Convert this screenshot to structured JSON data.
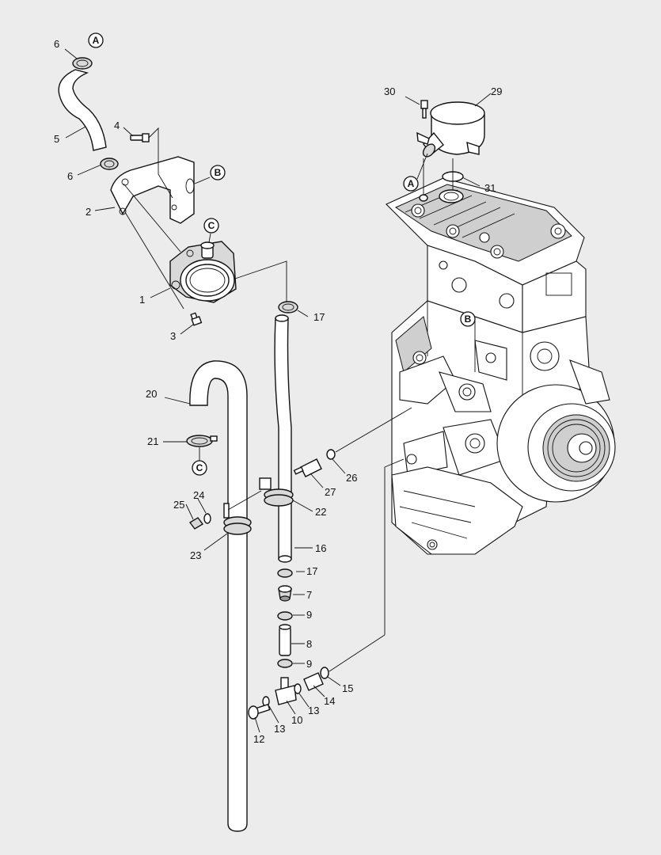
{
  "callouts": {
    "p1": "1",
    "p2": "2",
    "p3": "3",
    "p4": "4",
    "p5": "5",
    "p6a": "6",
    "p6b": "6",
    "p7": "7",
    "p8": "8",
    "p9a": "9",
    "p9b": "9",
    "p10": "10",
    "p12": "12",
    "p13a": "13",
    "p13b": "13",
    "p14": "14",
    "p15": "15",
    "p16": "16",
    "p17a": "17",
    "p17b": "17",
    "p20": "20",
    "p21": "21",
    "p22": "22",
    "p23": "23",
    "p24": "24",
    "p25": "25",
    "p26": "26",
    "p27": "27",
    "p29": "29",
    "p30": "30",
    "p31": "31"
  },
  "refs": {
    "a1": "A",
    "a2": "A",
    "b1": "B",
    "b2": "B",
    "c1": "C",
    "c2": "C"
  }
}
